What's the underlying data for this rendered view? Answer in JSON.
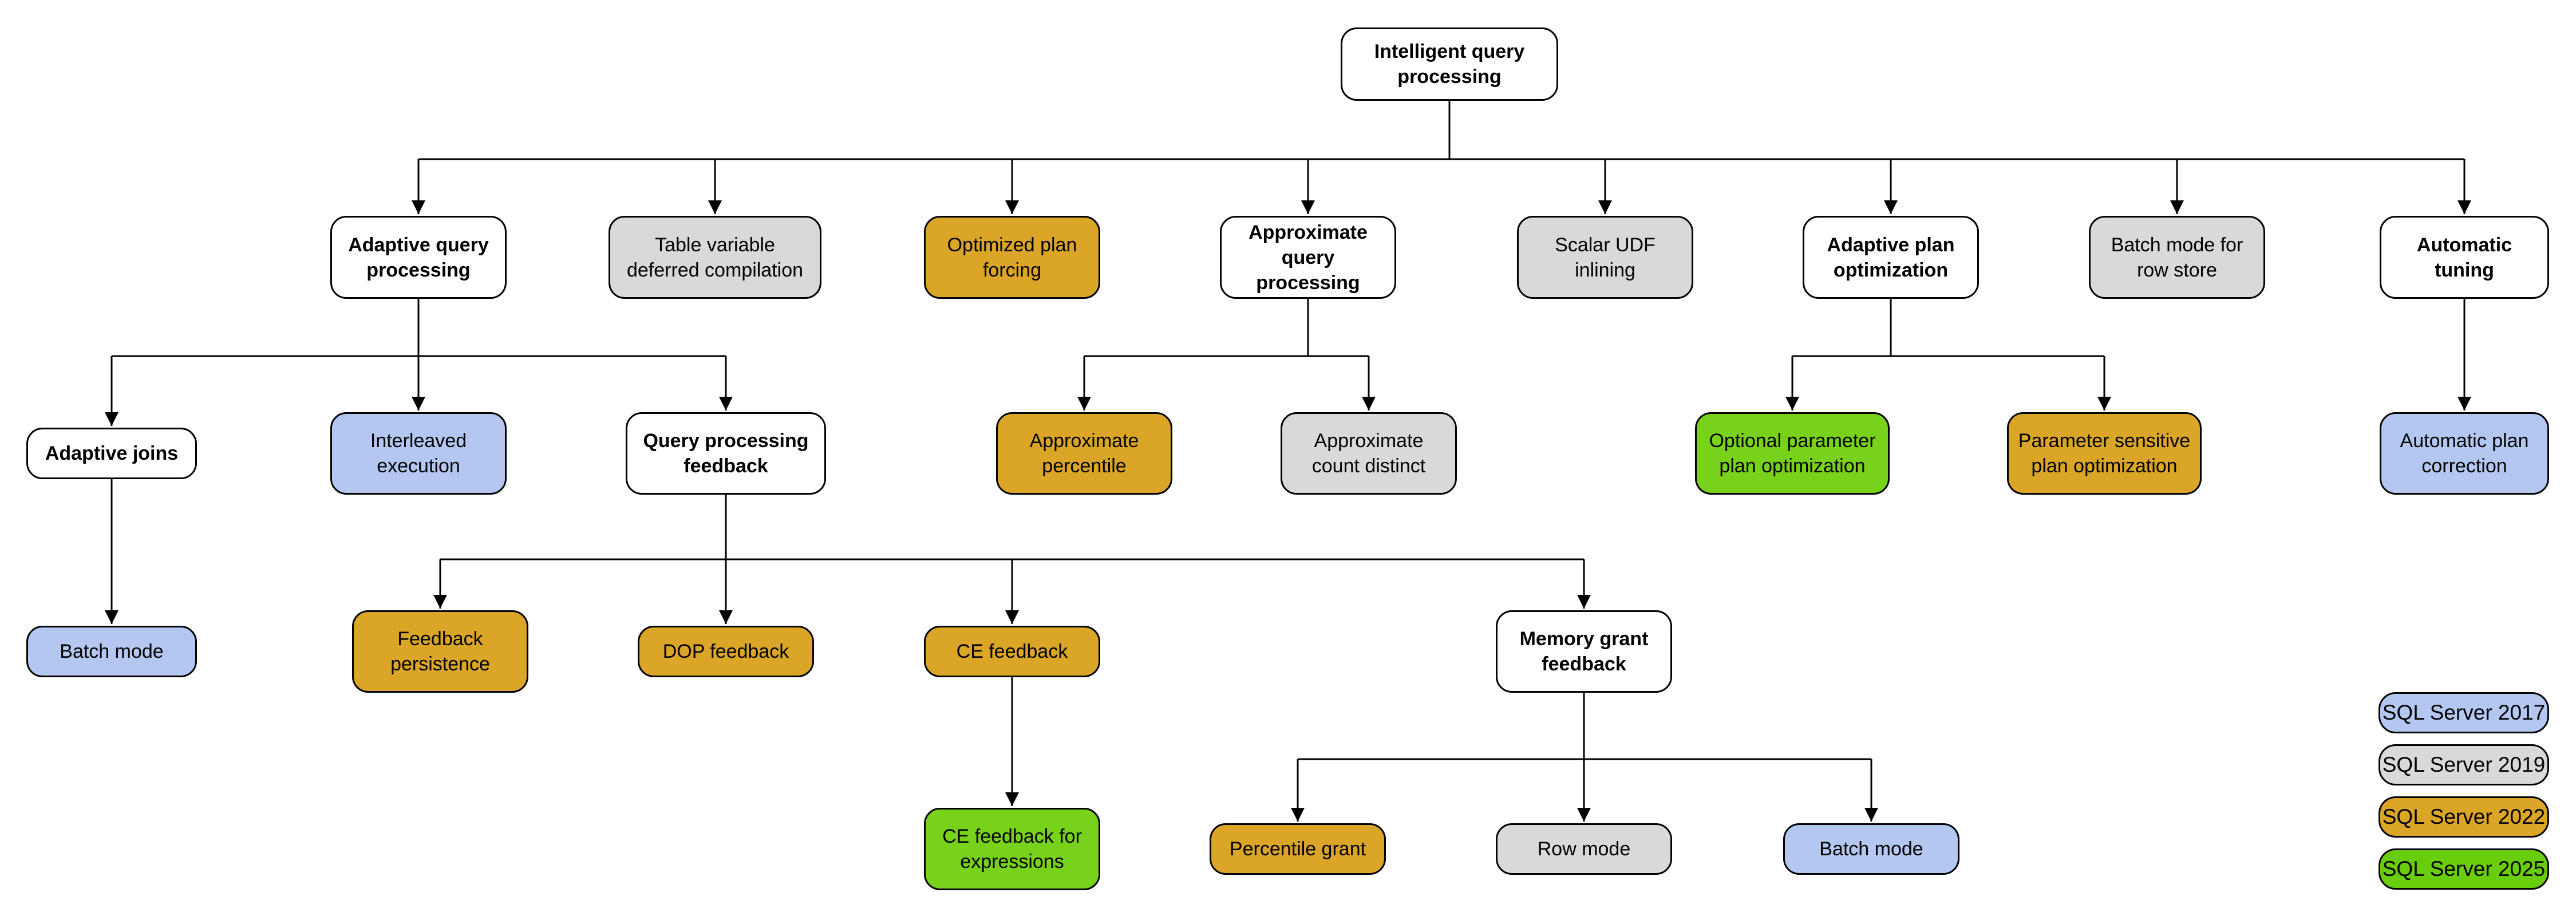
{
  "diagram": {
    "title": "Intelligent query processing",
    "nodes": [
      {
        "id": "root",
        "label": "Intelligent query\nprocessing",
        "category": "group"
      },
      {
        "id": "adaptive-query-processing",
        "label": "Adaptive query\nprocessing",
        "category": "group"
      },
      {
        "id": "table-variable-deferred-compilation",
        "label": "Table variable\ndeferred compilation",
        "version": "SQL Server 2019"
      },
      {
        "id": "optimized-plan-forcing",
        "label": "Optimized plan\nforcing",
        "version": "SQL Server 2022"
      },
      {
        "id": "approximate-query-processing",
        "label": "Approximate\nquery processing",
        "category": "group"
      },
      {
        "id": "scalar-udf-inlining",
        "label": "Scalar UDF\ninlining",
        "version": "SQL Server 2019"
      },
      {
        "id": "adaptive-plan-optimization",
        "label": "Adaptive plan\noptimization",
        "category": "group"
      },
      {
        "id": "batch-mode-for-row-store",
        "label": "Batch mode for\nrow store",
        "version": "SQL Server 2019"
      },
      {
        "id": "automatic-tuning",
        "label": "Automatic\ntuning",
        "category": "group"
      },
      {
        "id": "adaptive-joins",
        "label": "Adaptive joins",
        "category": "group"
      },
      {
        "id": "interleaved-execution",
        "label": "Interleaved\nexecution",
        "version": "SQL Server 2017"
      },
      {
        "id": "query-processing-feedback",
        "label": "Query processing\nfeedback",
        "category": "group"
      },
      {
        "id": "approximate-percentile",
        "label": "Approximate\npercentile",
        "version": "SQL Server 2022"
      },
      {
        "id": "approximate-count-distinct",
        "label": "Approximate\ncount distinct",
        "version": "SQL Server 2019"
      },
      {
        "id": "optional-parameter-plan-optimization",
        "label": "Optional parameter\nplan optimization",
        "version": "SQL Server 2025"
      },
      {
        "id": "parameter-sensitive-plan-optimization",
        "label": "Parameter sensitive\nplan optimization",
        "version": "SQL Server 2022"
      },
      {
        "id": "automatic-plan-correction",
        "label": "Automatic plan\ncorrection",
        "version": "SQL Server 2017"
      },
      {
        "id": "batch-mode-adaptive-joins",
        "label": "Batch mode",
        "version": "SQL Server 2017"
      },
      {
        "id": "feedback-persistence",
        "label": "Feedback\npersistence",
        "version": "SQL Server 2022"
      },
      {
        "id": "dop-feedback",
        "label": "DOP feedback",
        "version": "SQL Server 2022"
      },
      {
        "id": "ce-feedback",
        "label": "CE feedback",
        "version": "SQL Server 2022"
      },
      {
        "id": "memory-grant-feedback",
        "label": "Memory grant\nfeedback",
        "category": "group"
      },
      {
        "id": "ce-feedback-for-expressions",
        "label": "CE feedback for\nexpressions",
        "version": "SQL Server 2025"
      },
      {
        "id": "percentile-grant",
        "label": "Percentile grant",
        "version": "SQL Server 2022"
      },
      {
        "id": "row-mode",
        "label": "Row mode",
        "version": "SQL Server 2019"
      },
      {
        "id": "batch-mode-memory-grant",
        "label": "Batch mode",
        "version": "SQL Server 2017"
      }
    ]
  },
  "legend": {
    "items": [
      {
        "label": "SQL Server 2017",
        "color": "#B4C7F0"
      },
      {
        "label": "SQL Server 2019",
        "color": "#D9D9D9"
      },
      {
        "label": "SQL Server 2022",
        "color": "#DBA527"
      },
      {
        "label": "SQL Server 2025",
        "color": "#6ACD0B"
      }
    ]
  },
  "colors": {
    "group_fill": "#FFFFFF",
    "sql_server_2017": "#B4C7F0",
    "sql_server_2019": "#D9D9D9",
    "sql_server_2022": "#DBA527",
    "sql_server_2025": "#77D219",
    "line": "#000000"
  }
}
